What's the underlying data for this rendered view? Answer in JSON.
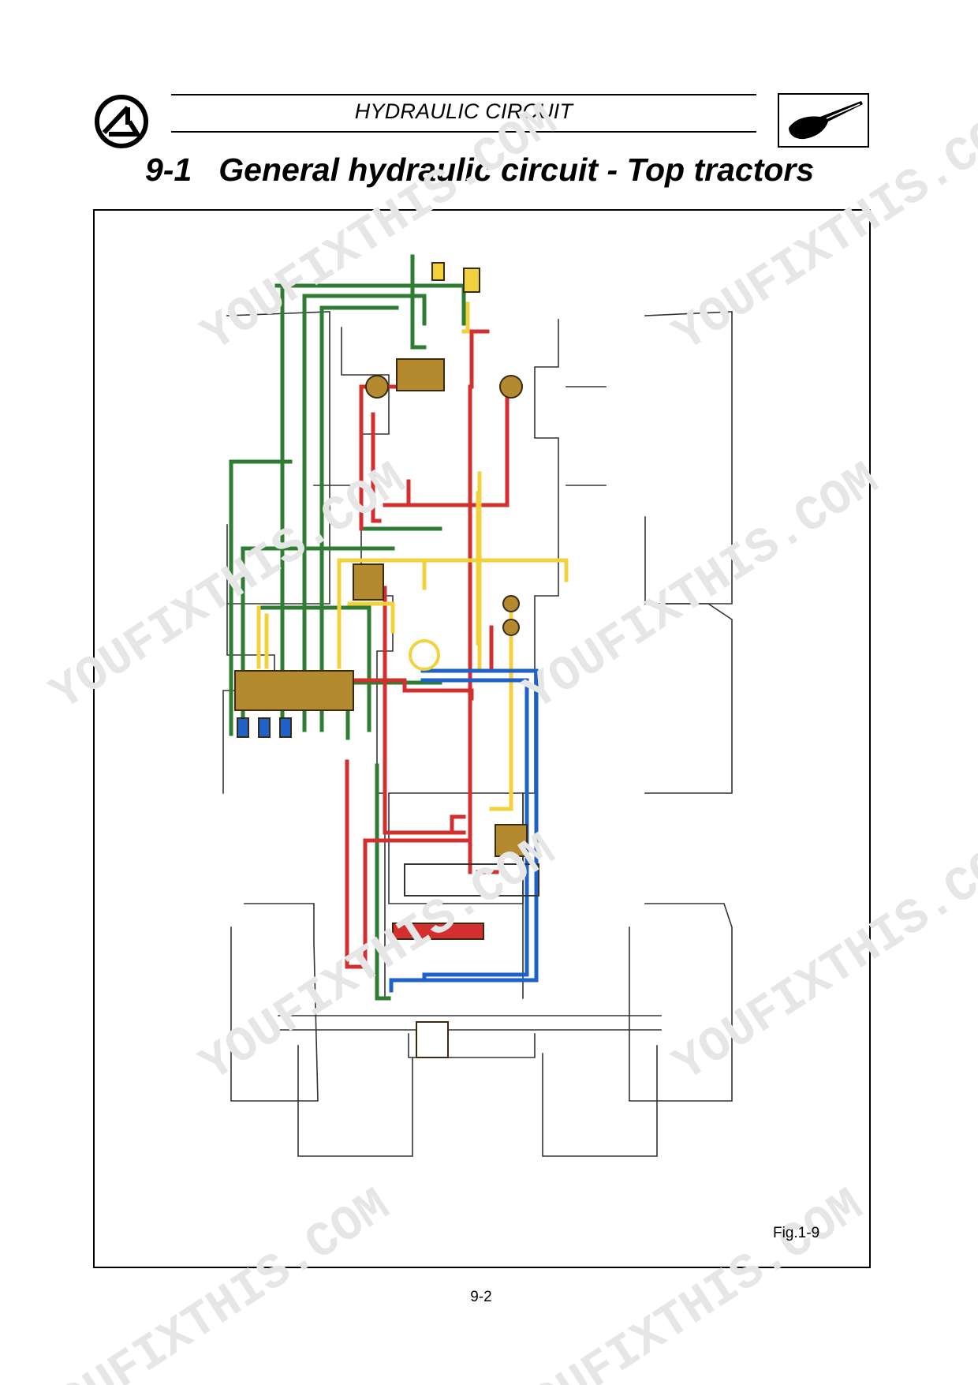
{
  "header": {
    "section": "HYDRAULIC CIRCUIT",
    "logo_icon": "company-logo",
    "hand_icon": "pointing-hand-icon"
  },
  "title": {
    "number": "9-1",
    "text": "General hydraulic circuit - Top tractors"
  },
  "figure": {
    "label": "Fig.1-9",
    "line_colors": {
      "green": "#2e7d32",
      "red": "#d32f2f",
      "yellow": "#f2d23c",
      "blue": "#1e62c9",
      "component": "#b38a2e"
    }
  },
  "footer": {
    "page_number": "9-2"
  },
  "watermark": {
    "text": "YOUFIXTHIS.COM"
  }
}
